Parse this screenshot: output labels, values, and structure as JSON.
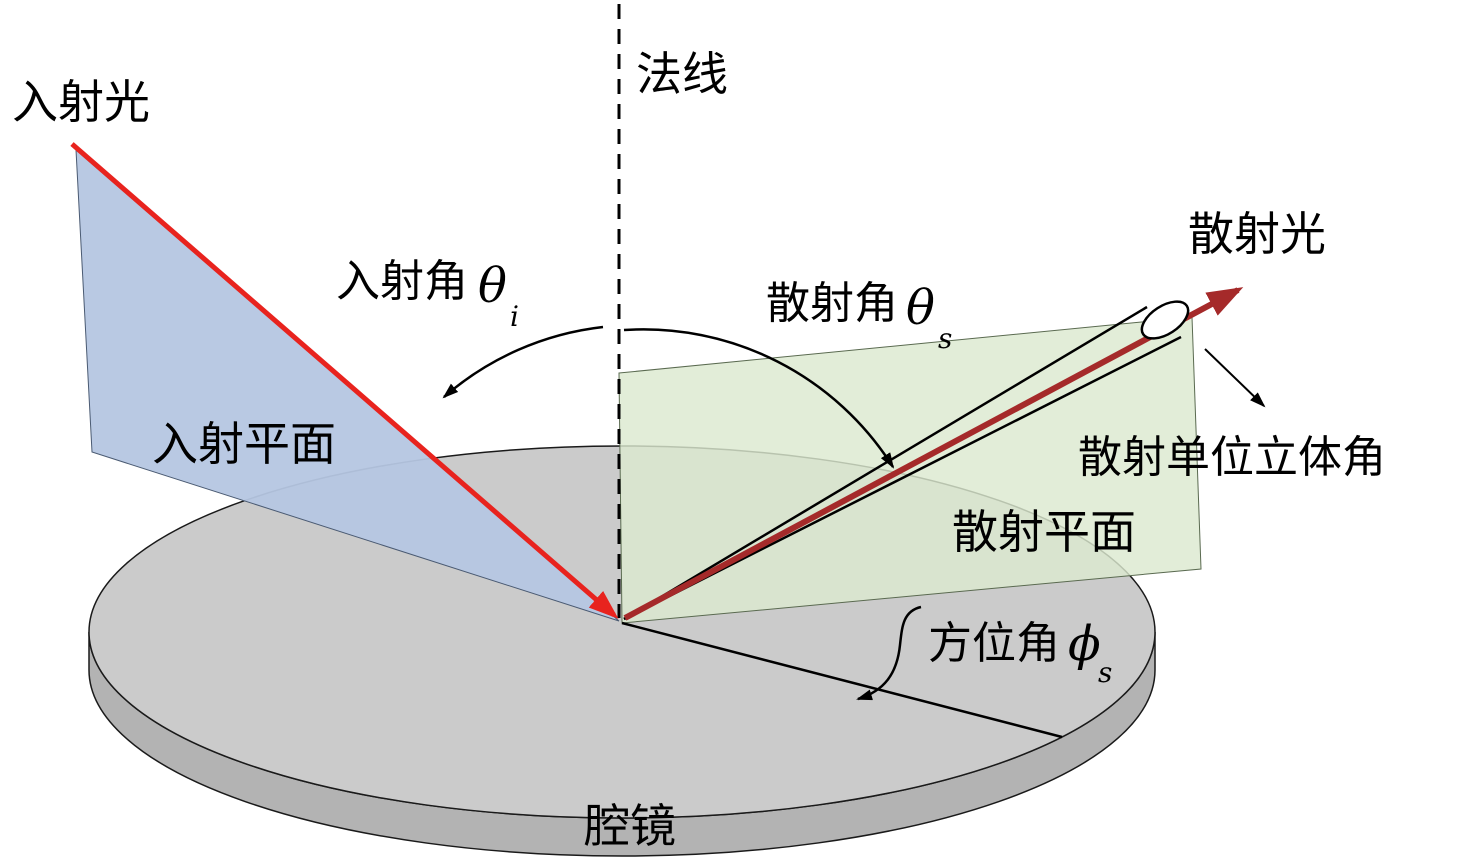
{
  "diagram": {
    "labels": {
      "incident_light": "入射光",
      "normal_line": "法线",
      "incident_angle": "入射角",
      "incident_angle_symbol": "θ",
      "incident_angle_subscript": "i",
      "scattering_angle": "散射角",
      "scattering_angle_symbol": "θ",
      "scattering_angle_subscript": "s",
      "scattered_light": "散射光",
      "incident_plane": "入射平面",
      "scattering_plane": "散射平面",
      "scattering_unit_solid_angle": "散射单位立体角",
      "azimuth_angle": "方位角",
      "azimuth_angle_symbol": "ϕ",
      "azimuth_angle_subscript": "s",
      "cavity_mirror": "腔镜"
    },
    "colors": {
      "incident_ray": "#e8231e",
      "scattered_ray": "#a52a2a",
      "incident_plane_fill": "#b5c6e2",
      "scattering_plane_fill": "#dce9d0",
      "disk_top_fill": "#cbcbcb",
      "disk_side_fill": "#b3b3b3",
      "outline": "#000000"
    }
  }
}
